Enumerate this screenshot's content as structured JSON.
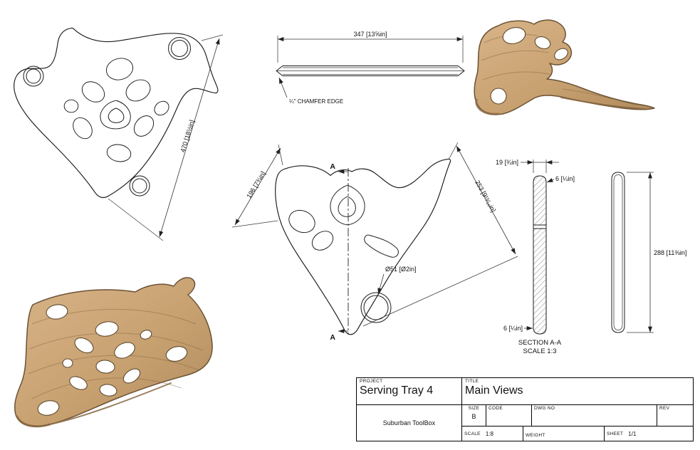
{
  "annotations": {
    "dim_470": "470 [18½in]",
    "dim_347": "347 [13⅝in]",
    "chamfer_note": "¼\" CHAMFER EDGE",
    "dim_196": "196 [7¾in]",
    "dim_253": "253 [9¹⁵⁄₁₆in]",
    "dim_hole": "Ø51 [Ø2in]",
    "dim_19": "19 [¾in]",
    "dim_6_top": "6 [¼in]",
    "dim_6_bottom": "6 [¼in]",
    "dim_288": "288 [11⅜in]",
    "section_marker_top": "A",
    "section_marker_bottom": "A",
    "section_title": "SECTION A-A",
    "section_scale": "SCALE 1:3"
  },
  "title_block": {
    "project_label": "PROJECT",
    "project_value": "Serving Tray 4",
    "title_label": "TITLE",
    "title_value": "Main Views",
    "company": "Suburban ToolBox",
    "size_label": "SIZE",
    "size_value": "B",
    "code_label": "CODE",
    "dwg_no_label": "DWG NO",
    "rev_label": "REV",
    "scale_label": "SCALE",
    "scale_value": "1:8",
    "weight_label": "WEIGHT",
    "sheet_label": "SHEET",
    "sheet_value": "1/1"
  },
  "colors": {
    "line": "#1b1b1b",
    "dimension": "#333333",
    "wood_light": "#d8b488",
    "wood_dark": "#b08a5c",
    "wood_edge": "#6b5235"
  }
}
